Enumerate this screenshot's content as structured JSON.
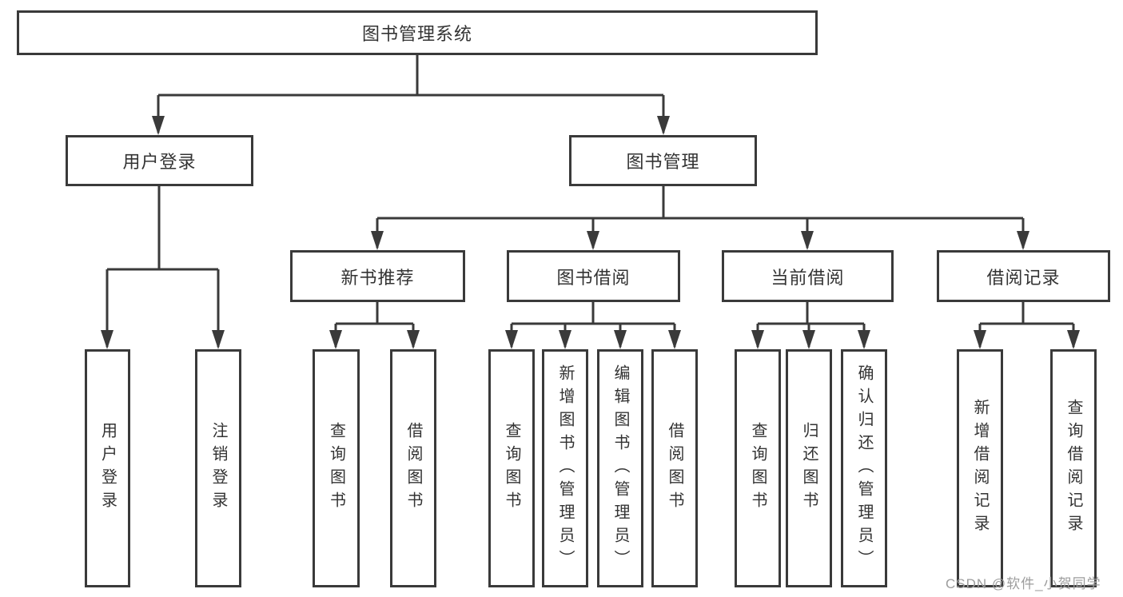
{
  "root": {
    "label": "图书管理系统"
  },
  "level2": {
    "user_login": {
      "label": "用户登录"
    },
    "book_mgmt": {
      "label": "图书管理"
    }
  },
  "level3": {
    "new_books": {
      "label": "新书推荐"
    },
    "book_borrow": {
      "label": "图书借阅"
    },
    "current_borrow": {
      "label": "当前借阅"
    },
    "borrow_records": {
      "label": "借阅记录"
    }
  },
  "level4": {
    "user_login_leaf": {
      "label": "用户登录"
    },
    "logout": {
      "label": "注销登录"
    },
    "nb_query": {
      "label": "查询图书"
    },
    "nb_borrow": {
      "label": "借阅图书"
    },
    "bb_query": {
      "label": "查询图书"
    },
    "bb_add": {
      "label": "新增图书（管理员）"
    },
    "bb_edit": {
      "label": "编辑图书（管理员）"
    },
    "bb_borrow": {
      "label": "借阅图书"
    },
    "cb_query": {
      "label": "查询图书"
    },
    "cb_return": {
      "label": "归还图书"
    },
    "cb_confirm": {
      "label": "确认归还（管理员）"
    },
    "br_add": {
      "label": "新增借阅记录"
    },
    "br_query": {
      "label": "查询借阅记录"
    }
  },
  "watermark": {
    "text": "CSDN @软件_小贺同学"
  },
  "colors": {
    "line": "#3a3a3a",
    "text": "#333333",
    "box_background": "#ffffff",
    "watermark": "#9d9d9d"
  }
}
